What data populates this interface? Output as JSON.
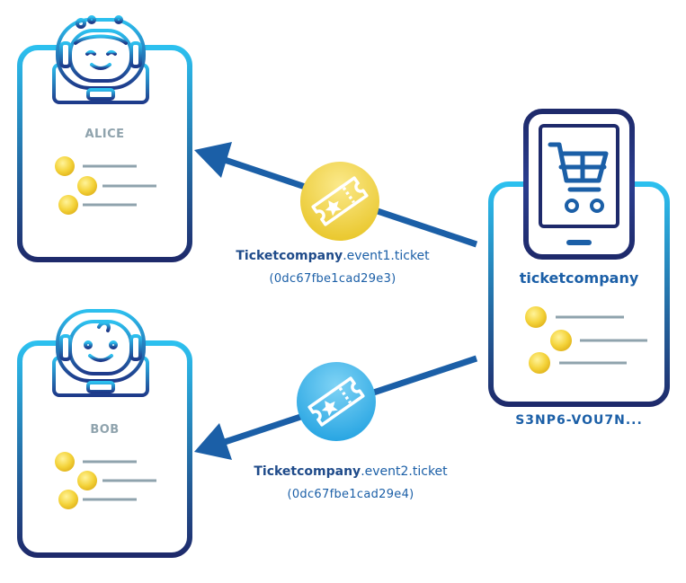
{
  "alice": {
    "name": "ALICE"
  },
  "bob": {
    "name": "BOB"
  },
  "company": {
    "name": "ticketcompany",
    "address": "S3NP6-VOU7N..."
  },
  "tickets": [
    {
      "brand": "Ticketcompany",
      "suffix": ".event1.ticket",
      "id": "(0dc67fbe1cad29e3)",
      "color": "#e6c21e"
    },
    {
      "brand": "Ticketcompany",
      "suffix": ".event2.ticket",
      "id": "(0dc67fbe1cad29e4)",
      "color": "#2ea8e6"
    }
  ],
  "icons": [
    "astronaut-alice-icon",
    "astronaut-bob-icon",
    "tablet-cart-icon",
    "ticket-icon",
    "coin-icon"
  ],
  "colors": {
    "accent_blue": "#1b5fa7",
    "light_blue": "#29b6e8",
    "navy": "#1e2a6b",
    "coin": "#f2d23b",
    "line_gray": "#8fa3ad"
  }
}
